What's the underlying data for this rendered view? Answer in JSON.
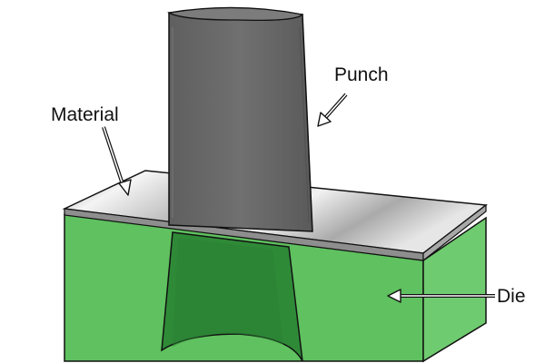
{
  "labels": {
    "material": "Material",
    "punch": "Punch",
    "die": "Die"
  },
  "colors": {
    "die_front": "#5fc15f",
    "die_side": "#6fcb6f",
    "die_hole": "#2f8a38",
    "punch": "#6b6b6b",
    "punch_top": "#7c7c7c",
    "sheet": "#d6d6d6",
    "outline": "#111111"
  }
}
